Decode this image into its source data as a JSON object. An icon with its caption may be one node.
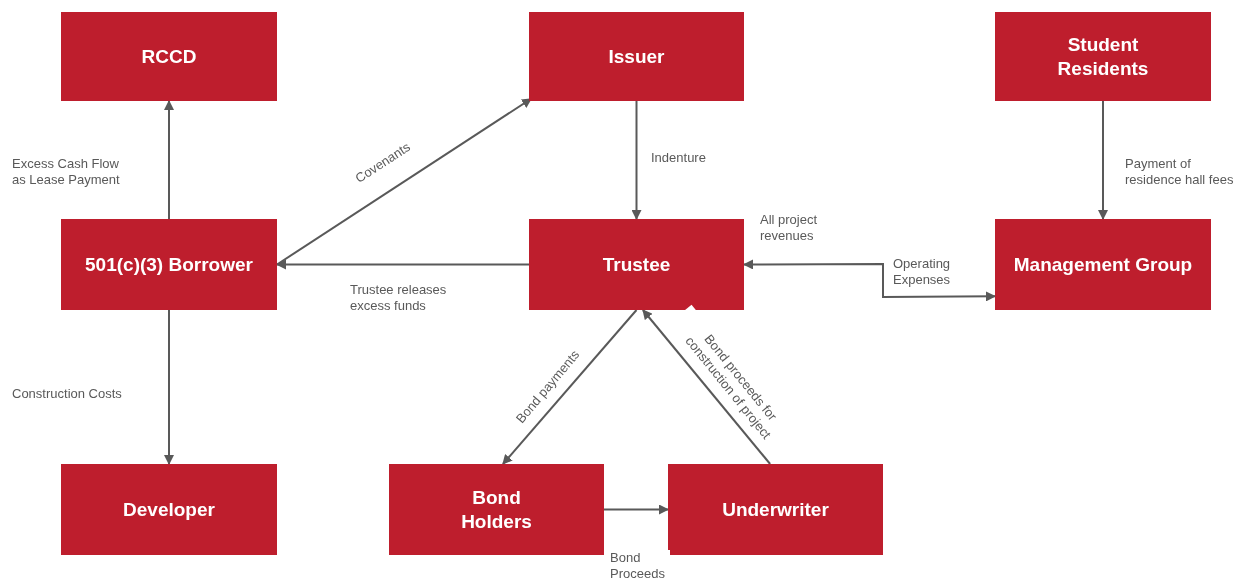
{
  "diagram": {
    "nodes": [
      {
        "text": [
          "RCCD"
        ]
      },
      {
        "text": [
          "Issuer"
        ]
      },
      {
        "text": [
          "Student Residents"
        ]
      },
      {
        "text": [
          "501(c)(3) Borrower"
        ]
      },
      {
        "text": [
          "Trustee"
        ]
      },
      {
        "text": [
          "Management Group"
        ]
      },
      {
        "text": [
          "Developer"
        ]
      },
      {
        "text": [
          "Bond Holders"
        ]
      },
      {
        "text": [
          "Underwriter"
        ]
      }
    ],
    "edges": [
      {
        "from": 3,
        "to": 0,
        "arrow": "to",
        "label": "Excess Cash Flow as Lease Payment"
      },
      {
        "from": 3,
        "to": 1,
        "arrow": "to",
        "label": "Covenants"
      },
      {
        "from": 1,
        "to": 4,
        "arrow": "to",
        "label": "Indenture"
      },
      {
        "from": 4,
        "to": 3,
        "arrow": "to",
        "label": "Trustee releases excess funds"
      },
      {
        "from": 2,
        "to": 5,
        "arrow": "to",
        "label": "Payment of residence hall fees"
      },
      {
        "from": 4,
        "to": 5,
        "arrow": "both",
        "label": "Operating Expenses"
      },
      {
        "from": 3,
        "to": 6,
        "arrow": "to",
        "label": "Construction Costs"
      },
      {
        "from": 4,
        "to": 7,
        "arrow": "to",
        "label": "Bond payments"
      },
      {
        "from": 7,
        "to": 8,
        "arrow": "to",
        "label": "Bond Proceeds"
      },
      {
        "from": 8,
        "to": 4,
        "arrow": "to",
        "label": "Bond proceeds for construction of project"
      }
    ],
    "labels": [
      "All project revenues"
    ]
  }
}
